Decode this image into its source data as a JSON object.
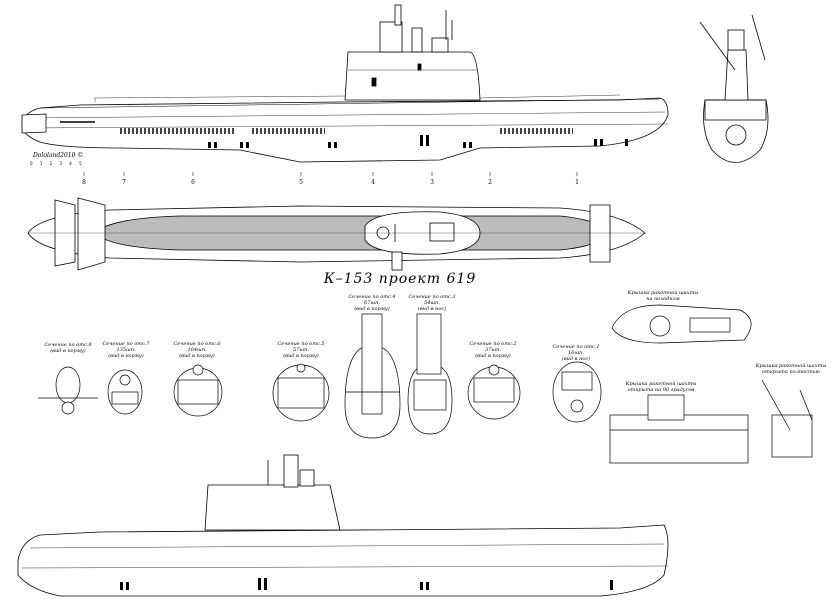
{
  "title": "К–153 проект 619",
  "signature": "Dololand2010 ©",
  "scale_numbers": "0 1 2 3 4 5",
  "frame_markers": [
    "8",
    "7",
    "6",
    "5",
    "4",
    "3",
    "2",
    "1"
  ],
  "section_labels": [
    {
      "key": "s8",
      "text": "Сечение по отс.8\n(вид в корму)"
    },
    {
      "key": "s7",
      "text": "Сечение по отс.7\n135шп.\n(вид в корму)"
    },
    {
      "key": "s6",
      "text": "Сечение по отс.6\n104шп.\n(вид в корму)"
    },
    {
      "key": "s5",
      "text": "Сечение по отс.5\n57шп.\n(вид в корму)"
    },
    {
      "key": "s4",
      "text": "Сечение по отс.4\n67шп.\n(вид в корму)"
    },
    {
      "key": "s3",
      "text": "Сечение по отс.3\n54шп.\n(вид в нос)"
    },
    {
      "key": "s2",
      "text": "Сечение по отс.2\n37шп.\n(вид в корму)"
    },
    {
      "key": "s1",
      "text": "Сечение по отс.1\n16шп.\n(вид в нос)"
    }
  ],
  "detail_labels": {
    "hangar_stowed": "Крышка ракетной шахты\nна походном",
    "hangar_open": "Крышка ракетной шахты\nоткрыта на 90 градусов",
    "hangar_raised": "Крышка ракетной шахты\nоткрыта полностью"
  },
  "colors": {
    "line": "#000000",
    "deck_hatch": "#b0b0b0",
    "background": "#ffffff"
  }
}
